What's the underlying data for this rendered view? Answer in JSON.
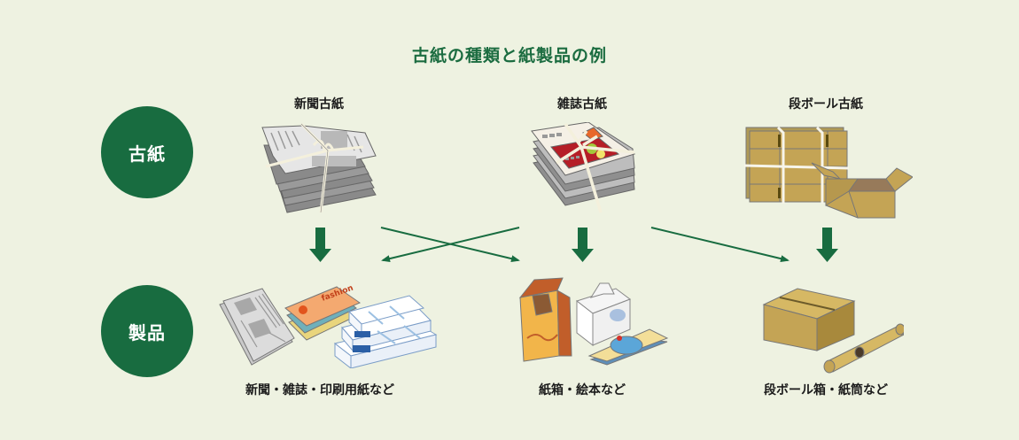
{
  "title": "古紙の種類と紙製品の例",
  "rows": {
    "source_label": "古紙",
    "product_label": "製品"
  },
  "columns": [
    {
      "source": "新聞古紙",
      "source_icon": "newspaper-bundle-icon",
      "product": "新聞・雑誌・印刷用紙など",
      "product_icon": "newspapers-books-copy-paper-icon"
    },
    {
      "source": "雑誌古紙",
      "source_icon": "magazine-bundle-icon",
      "product": "紙箱・絵本など",
      "product_icon": "paper-boxes-picture-book-icon"
    },
    {
      "source": "段ボール古紙",
      "source_icon": "cardboard-bundle-icon",
      "product": "段ボール箱・紙筒など",
      "product_icon": "cardboard-box-paper-tube-icon"
    }
  ],
  "flows": [
    {
      "from": "新聞古紙",
      "to": "新聞・雑誌・印刷用紙など",
      "style": "bold-down"
    },
    {
      "from": "新聞古紙",
      "to": "紙箱・絵本など",
      "style": "thin-diagonal"
    },
    {
      "from": "雑誌古紙",
      "to": "新聞・雑誌・印刷用紙など",
      "style": "thin-diagonal"
    },
    {
      "from": "雑誌古紙",
      "to": "紙箱・絵本など",
      "style": "bold-down"
    },
    {
      "from": "雑誌古紙",
      "to": "段ボール箱・紙筒など",
      "style": "thin-diagonal"
    },
    {
      "from": "段ボール古紙",
      "to": "段ボール箱・紙筒など",
      "style": "bold-down"
    }
  ],
  "colors": {
    "background": "#eef2e1",
    "accent_green": "#186c40",
    "text": "#1a1a1a"
  }
}
